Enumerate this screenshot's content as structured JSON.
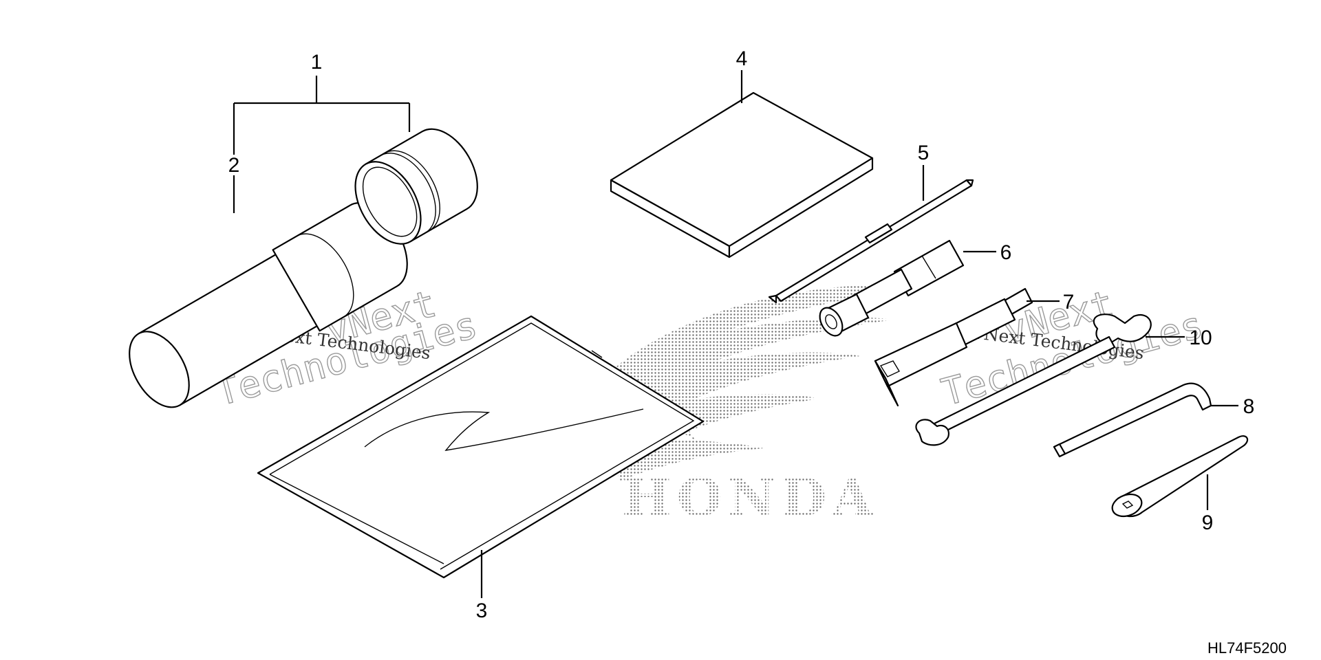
{
  "diagram": {
    "callouts": [
      {
        "id": "1",
        "label": "1"
      },
      {
        "id": "2",
        "label": "2"
      },
      {
        "id": "3",
        "label": "3"
      },
      {
        "id": "4",
        "label": "4"
      },
      {
        "id": "5",
        "label": "5"
      },
      {
        "id": "6",
        "label": "6"
      },
      {
        "id": "7",
        "label": "7"
      },
      {
        "id": "8",
        "label": "8"
      },
      {
        "id": "9",
        "label": "9"
      },
      {
        "id": "10",
        "label": "10"
      }
    ],
    "diagram_code": "HL74F5200",
    "brand_logo_text": "HONDA",
    "watermarks": {
      "left_outline_line1": "vNext",
      "left_outline_line2": "Technologies",
      "left_small": "vNext Technologies",
      "right_outline_line1": "vNext",
      "right_outline_line2": "Technologies",
      "right_small": "vNext Technologies"
    }
  }
}
